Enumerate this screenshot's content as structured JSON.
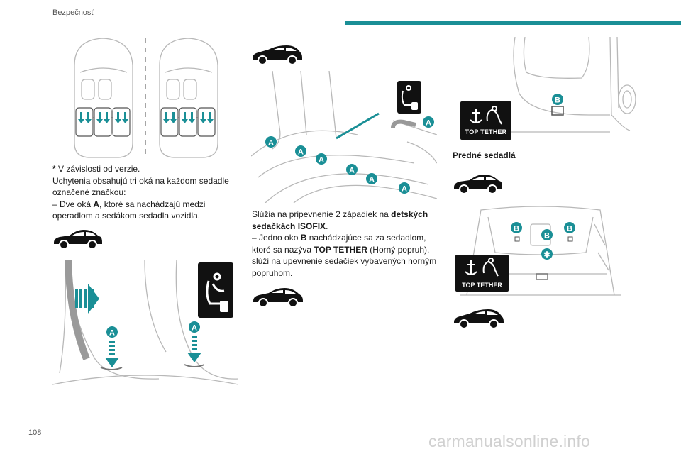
{
  "header": {
    "section_title": "Bezpečnosť",
    "accent_color": "#1a8f96"
  },
  "page_number": "108",
  "watermark": "carmanualsonline.info",
  "col1": {
    "footnote_mark": "*",
    "footnote": " V závislosti od verzie.",
    "intro": "Uchytenia obsahujú tri oká na každom sedadle označené značkou:",
    "bullet_prefix": "–  Dve oká ",
    "bullet_bold": "A",
    "bullet_suffix": ", ktoré sa nachádzajú medzi operadlom a sedákom sedadla vozidla."
  },
  "col2": {
    "p1_prefix": "Slúžia na pripevnenie 2 západiek na ",
    "p1_bold": "detských sedačkách ISOFIX",
    "p1_suffix": ".",
    "p2_prefix": "–  Jedno oko ",
    "p2_bold1": "B",
    "p2_mid": " nachádzajúce sa za sedadlom, ktoré sa nazýva ",
    "p2_bold2": "TOP TETHER",
    "p2_suffix": " (Horný popruh), slúži na upevnenie sedačiek vybavených horným popruhom."
  },
  "col3": {
    "front_seats_heading": "Predné sedadlá",
    "top_tether_label": "TOP TETHER"
  },
  "labels": {
    "A": "A",
    "B": "B",
    "star": "✱"
  },
  "colors": {
    "badge": "#1a8f96",
    "arrow": "#1a8f96",
    "line": "#b8b8b8",
    "pictogram_bg": "#111111"
  }
}
